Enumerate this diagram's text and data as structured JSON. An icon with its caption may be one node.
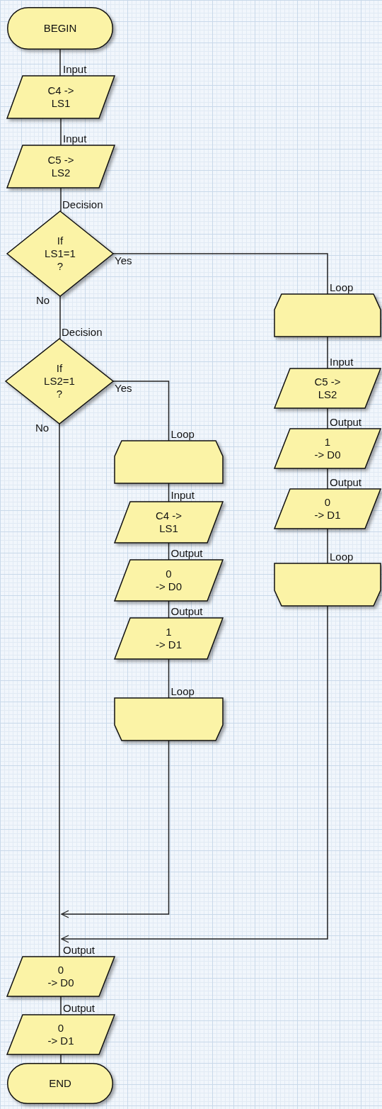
{
  "diagram": {
    "nodes": [
      {
        "text": [
          "BEGIN"
        ]
      },
      {
        "text": [
          "C4 -> LS1"
        ],
        "beside": [
          "Input"
        ]
      },
      {
        "text": [
          "C5 -> LS2"
        ],
        "beside": [
          "Input"
        ]
      },
      {
        "text": [
          "If LS1=1 ?"
        ],
        "beside": [
          "Decision"
        ]
      },
      {
        "text": [
          "If LS2=1 ?"
        ],
        "beside": [
          "Decision"
        ]
      },
      {
        "text": [],
        "shape": "trapezoid",
        "beside": [
          "Loop"
        ]
      },
      {
        "text": [
          "C5 -> LS2"
        ],
        "beside": [
          "Input"
        ]
      },
      {
        "text": [
          "1 -> D0"
        ],
        "beside": [
          "Output"
        ]
      },
      {
        "text": [
          "0 -> D1"
        ],
        "beside": [
          "Output"
        ]
      },
      {
        "text": [],
        "shape": "trapezoid",
        "beside": [
          "Loop"
        ]
      },
      {
        "text": [],
        "shape": "trapezoid",
        "beside": [
          "Loop"
        ]
      },
      {
        "text": [
          "C4 -> LS1"
        ],
        "beside": [
          "Input"
        ]
      },
      {
        "text": [
          "0 -> D0"
        ],
        "beside": [
          "Output"
        ]
      },
      {
        "text": [
          "1 -> D1"
        ],
        "beside": [
          "Output"
        ]
      },
      {
        "text": [],
        "shape": "trapezoid",
        "beside": [
          "Loop"
        ]
      },
      {
        "text": [
          "0 -> D0"
        ],
        "beside": [
          "Output"
        ]
      },
      {
        "text": [
          "0 -> D1"
        ],
        "beside": [
          "Output"
        ]
      },
      {
        "text": [
          "END"
        ]
      }
    ],
    "edges": [
      {
        "from": 0,
        "to": 1,
        "arrow": "none"
      },
      {
        "from": 1,
        "to": 2,
        "arrow": "none"
      },
      {
        "from": 2,
        "to": 3,
        "arrow": "none"
      },
      {
        "from": 3,
        "to": 5,
        "arrow": "none",
        "label": "Yes"
      },
      {
        "from": 3,
        "to": 4,
        "arrow": "none",
        "label": "No"
      },
      {
        "from": 5,
        "to": 6,
        "arrow": "none"
      },
      {
        "from": 6,
        "to": 7,
        "arrow": "none"
      },
      {
        "from": 7,
        "to": 8,
        "arrow": "none"
      },
      {
        "from": 8,
        "to": 9,
        "arrow": "none"
      },
      {
        "from": 9,
        "to": 15,
        "arrow": "to"
      },
      {
        "from": 4,
        "to": 10,
        "arrow": "none",
        "label": "Yes"
      },
      {
        "from": 10,
        "to": 11,
        "arrow": "none"
      },
      {
        "from": 11,
        "to": 12,
        "arrow": "none"
      },
      {
        "from": 12,
        "to": 13,
        "arrow": "none"
      },
      {
        "from": 13,
        "to": 14,
        "arrow": "none"
      },
      {
        "from": 14,
        "to": 15,
        "arrow": "to"
      },
      {
        "from": 4,
        "to": 15,
        "arrow": "none",
        "label": "No"
      },
      {
        "from": 15,
        "to": 16,
        "arrow": "none"
      },
      {
        "from": 16,
        "to": 17,
        "arrow": "none"
      }
    ]
  }
}
